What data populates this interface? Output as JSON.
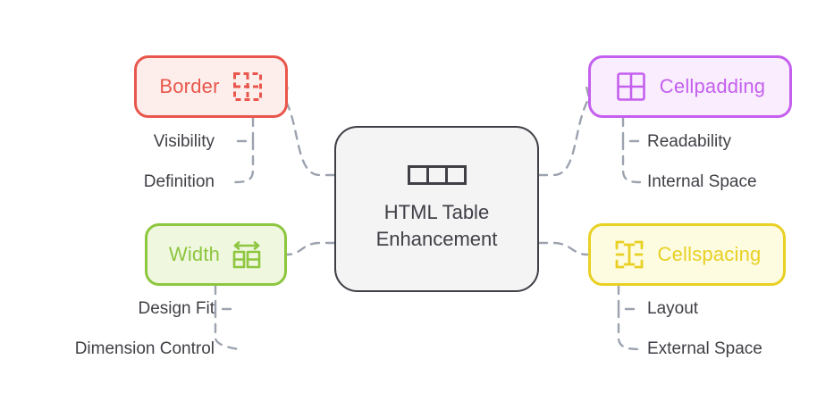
{
  "diagram": {
    "type": "mind-map",
    "background": "#ffffff",
    "center": {
      "title_line1": "HTML Table",
      "title_line2": "Enhancement",
      "icon": "table-three-cells-icon",
      "border_color": "#3f3f46",
      "fill_color": "#f4f4f5",
      "text_color": "#3f3f46"
    },
    "branches": [
      {
        "id": "border",
        "label": "Border",
        "icon": "dashed-grid-icon",
        "color": "#e8564c",
        "fill": "#fdeeec",
        "position": "top-left",
        "leaves": [
          "Visibility",
          "Definition"
        ]
      },
      {
        "id": "width",
        "label": "Width",
        "icon": "horizontal-arrow-columns-icon",
        "color": "#8dc63f",
        "fill": "#f0f7df",
        "position": "bottom-left",
        "leaves": [
          "Design Fit",
          "Dimension Control"
        ]
      },
      {
        "id": "cellpadding",
        "label": "Cellpadding",
        "icon": "grid-plus-icon",
        "color": "#c45fee",
        "fill": "#faeefe",
        "position": "top-right",
        "leaves": [
          "Readability",
          "Internal Space"
        ]
      },
      {
        "id": "cellspacing",
        "label": "Cellspacing",
        "icon": "dashed-corners-ibeam-icon",
        "color": "#e8d024",
        "fill": "#fdfbe0",
        "position": "bottom-right",
        "leaves": [
          "Layout",
          "External Space"
        ]
      }
    ],
    "connector": {
      "style": "dashed",
      "color": "#9ca3af"
    }
  }
}
